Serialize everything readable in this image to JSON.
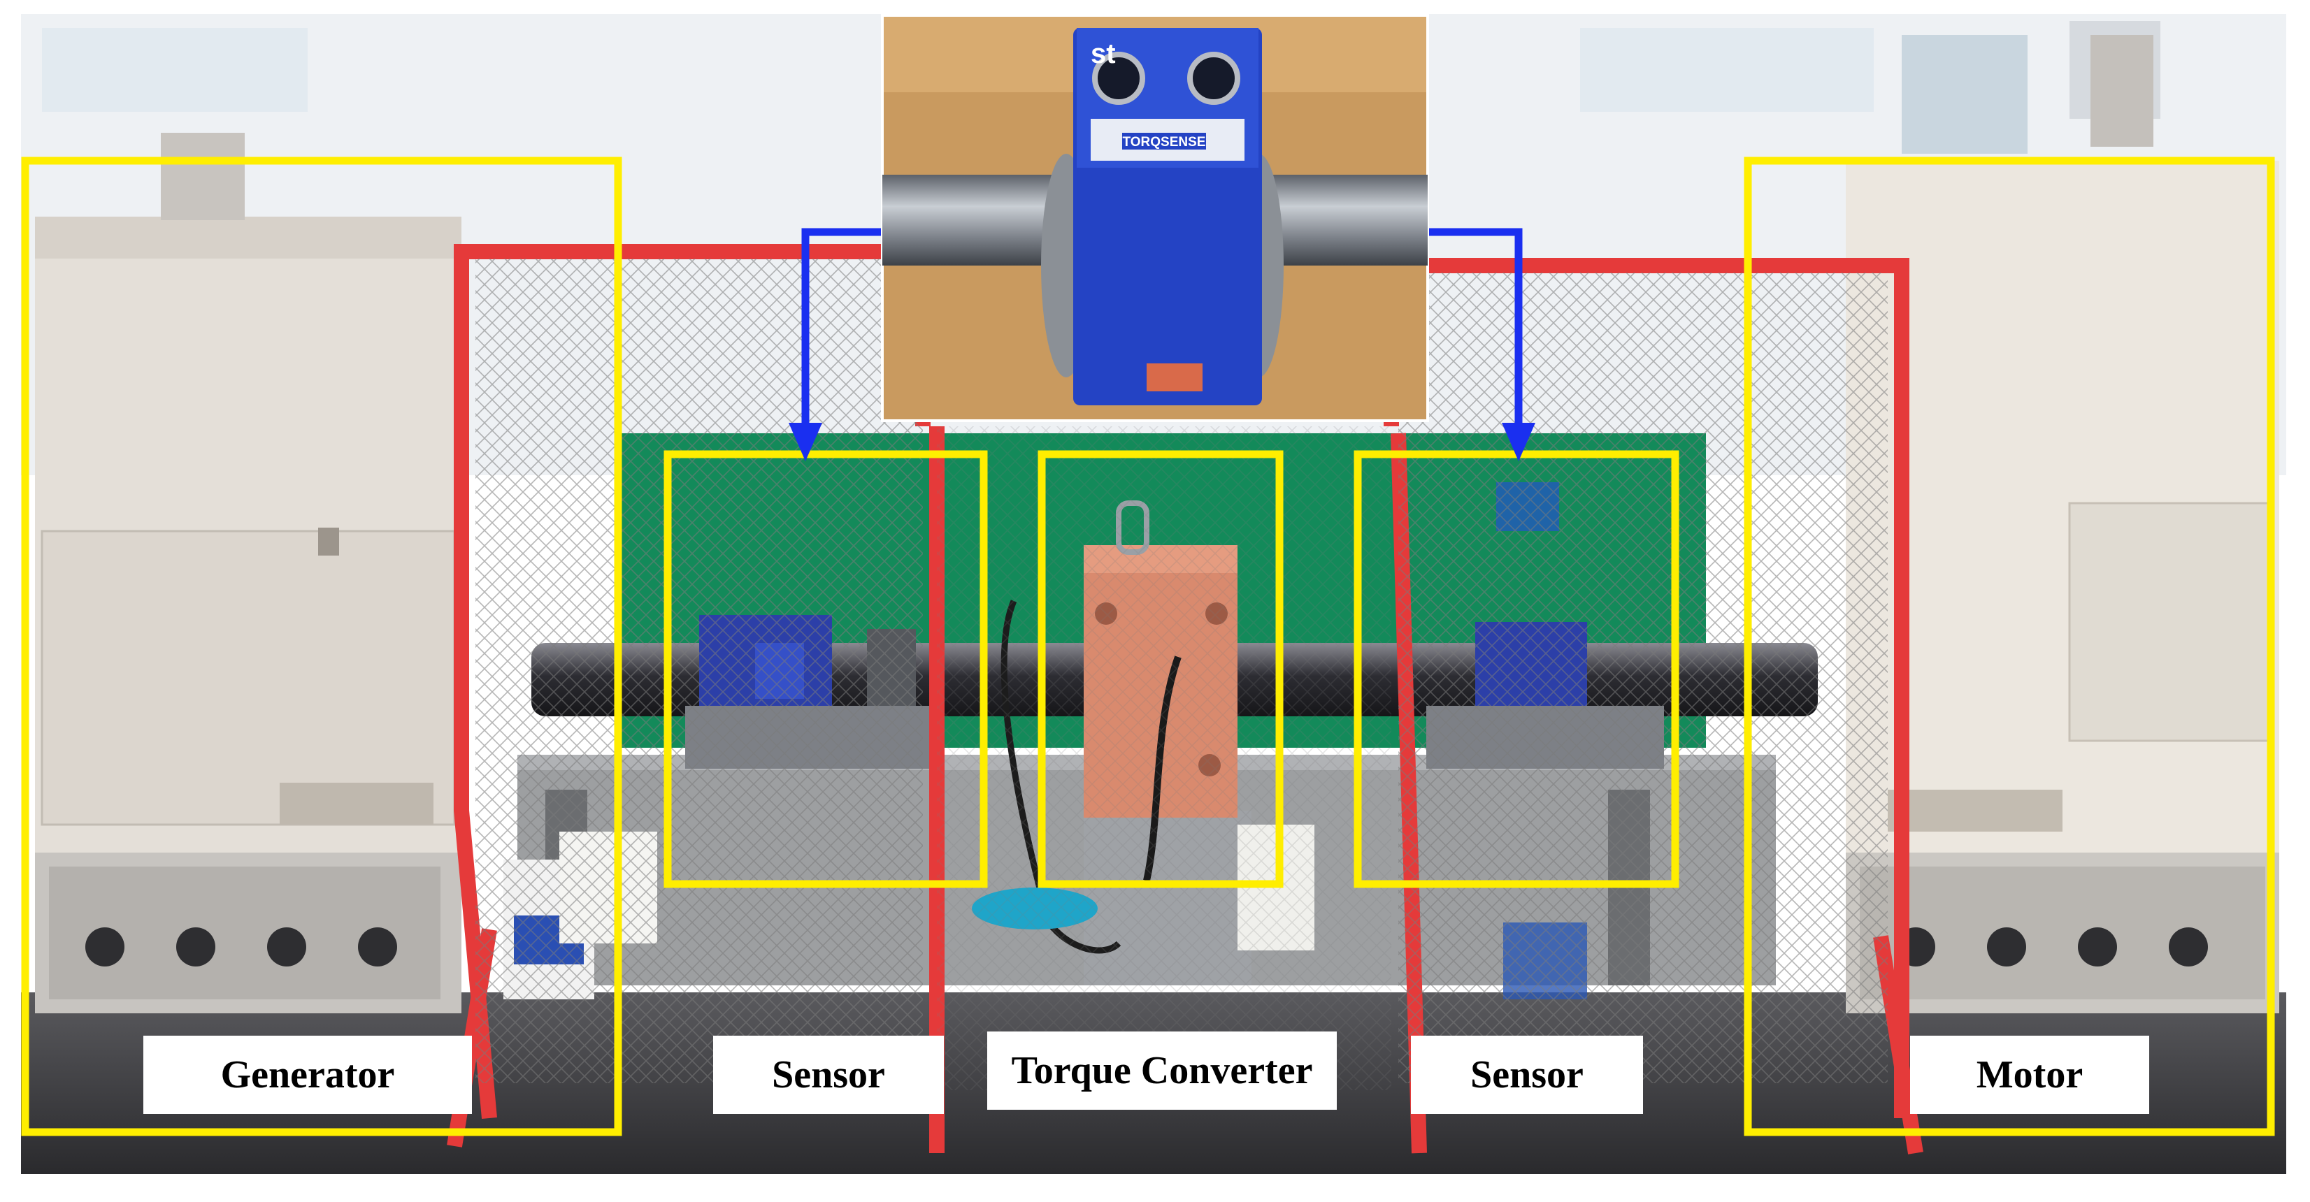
{
  "labels": {
    "generator": "Generator",
    "sensor_left": "Sensor",
    "torque_converter": "Torque Converter",
    "sensor_right": "Sensor",
    "motor": "Motor"
  },
  "inset_photo": {
    "brand_mark": "st",
    "product_text": "TORQSENSE"
  },
  "colors": {
    "highlight_box": "#ffee00",
    "arrow": "#1a2ff0",
    "frame": "#e53a3a",
    "mesh_background": "#138a5a",
    "sensor_body": "#2443c4",
    "torque_converter_body": "#d98a6e"
  }
}
